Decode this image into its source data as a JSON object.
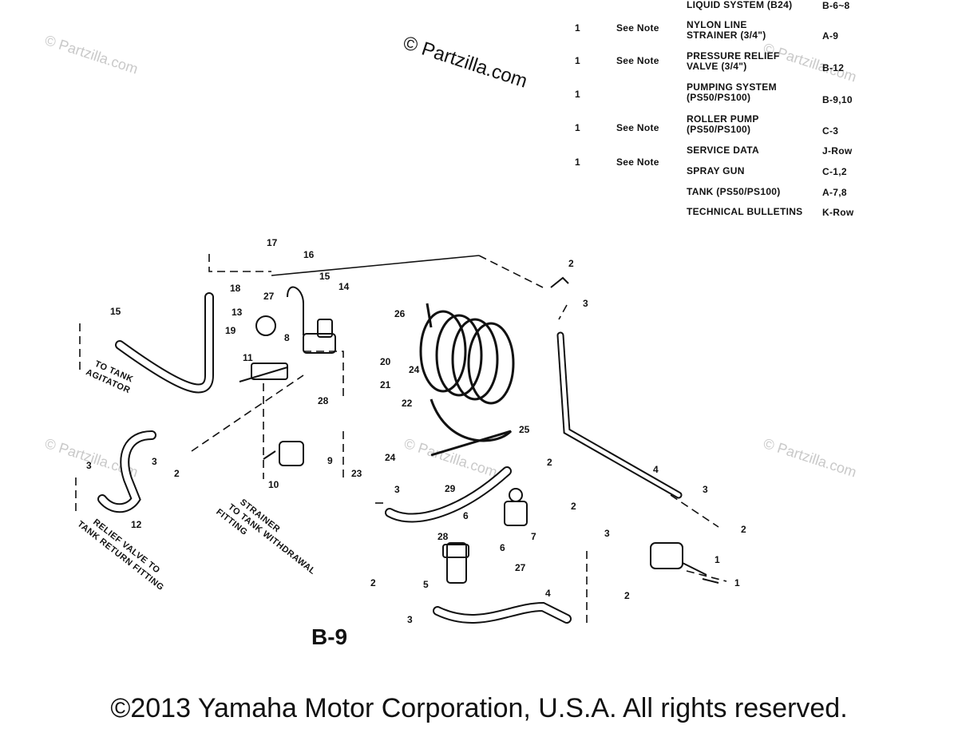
{
  "watermarks": {
    "center": "© Partzilla.com",
    "small": "© Partzilla.com"
  },
  "reference_table": {
    "rows": [
      {
        "qty": "",
        "note": "",
        "desc": "LIQUID SYSTEM (B24)",
        "ref": "B-6~8"
      },
      {
        "qty": "1",
        "note": "See Note",
        "desc": "NYLON LINE\nSTRAINER (3/4\")",
        "ref": "A-9"
      },
      {
        "qty": "1",
        "note": "See Note",
        "desc": "PRESSURE RELIEF\nVALVE (3/4\")",
        "ref": "B-12"
      },
      {
        "qty": "1",
        "note": "",
        "desc": "PUMPING SYSTEM\n(PS50/PS100)",
        "ref": "B-9,10"
      },
      {
        "qty": "1",
        "note": "See Note",
        "desc": "ROLLER PUMP\n(PS50/PS100)",
        "ref": "C-3"
      },
      {
        "qty": "1",
        "note": "See Note",
        "desc": "SERVICE DATA",
        "ref": "J-Row"
      },
      {
        "qty": "",
        "note": "",
        "desc": "SPRAY GUN",
        "ref": "C-1,2"
      },
      {
        "qty": "",
        "note": "",
        "desc": "TANK (PS50/PS100)",
        "ref": "A-7,8"
      },
      {
        "qty": "",
        "note": "",
        "desc": "TECHNICAL BULLETINS",
        "ref": "K-Row"
      }
    ]
  },
  "diagram": {
    "callouts": [
      "1",
      "2",
      "3",
      "4",
      "5",
      "6",
      "7",
      "8",
      "9",
      "10",
      "11",
      "12",
      "13",
      "14",
      "15",
      "16",
      "17",
      "18",
      "19",
      "20",
      "21",
      "22",
      "23",
      "24",
      "25",
      "26",
      "27",
      "28",
      "29"
    ],
    "labels": {
      "to_tank_agitator": [
        "TO TANK",
        "AGITATOR"
      ],
      "relief_valve": [
        "RELIEF VALVE TO",
        "TANK RETURN FITTING"
      ],
      "strainer": [
        "STRAINER",
        "TO TANK WITHDRAWAL",
        "FITTING"
      ]
    },
    "figure_label": "B-9"
  },
  "footer": {
    "copyright": "©2013 Yamaha Motor Corporation, U.S.A. All rights reserved."
  }
}
